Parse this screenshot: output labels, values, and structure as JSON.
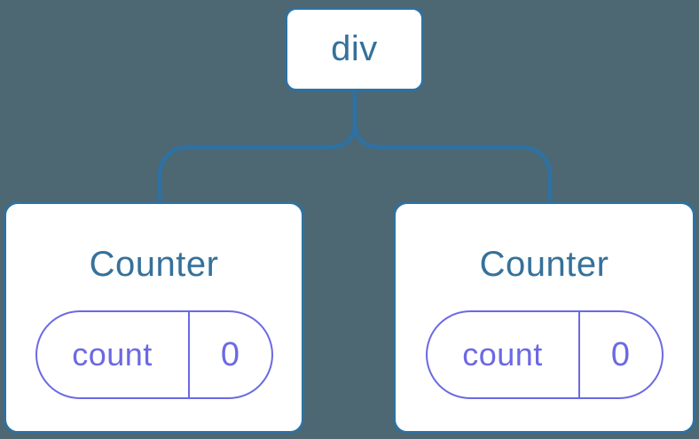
{
  "diagram": {
    "type": "component-tree",
    "colors": {
      "background": "#4D6773",
      "line": "#2F71A0",
      "node_text": "#35719A",
      "state": "#6B69E3",
      "card_bg": "#FFFFFF"
    },
    "root": {
      "label": "div"
    },
    "children": [
      {
        "title": "Counter",
        "state_key": "count",
        "state_value": "0"
      },
      {
        "title": "Counter",
        "state_key": "count",
        "state_value": "0"
      }
    ]
  }
}
